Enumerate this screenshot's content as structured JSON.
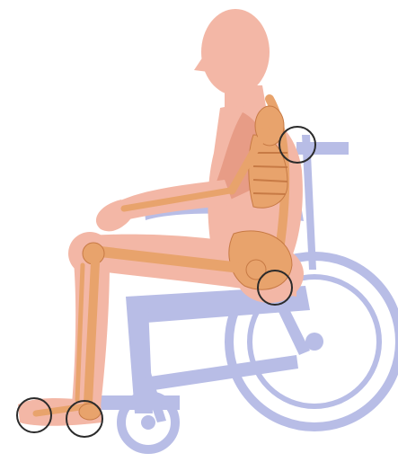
{
  "colors": {
    "background": "#ffffff",
    "skin": "#f3b7a6",
    "skin_shade": "#e79c86",
    "bone": "#e8a36c",
    "bone_dark": "#c77a45",
    "wheelchair": "#b8bde6",
    "wheelchair_dark": "#9aa2d9",
    "marker": "#2b2b2b"
  },
  "markers": [
    {
      "name": "upper-back-pressure-point"
    },
    {
      "name": "sacrum-pressure-point"
    },
    {
      "name": "heel-pressure-point"
    },
    {
      "name": "toe-pressure-point"
    }
  ]
}
